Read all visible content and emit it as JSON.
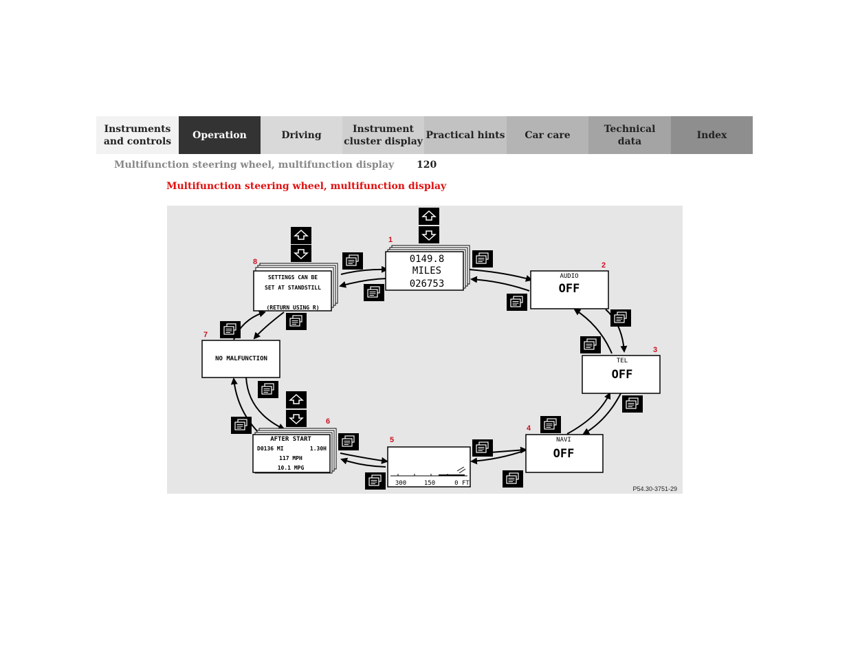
{
  "nav": {
    "tabs": [
      {
        "label": "Instruments\nand controls"
      },
      {
        "label": "Operation"
      },
      {
        "label": "Driving"
      },
      {
        "label": "Instrument\ncluster display"
      },
      {
        "label": "Practical hints"
      },
      {
        "label": "Car care"
      },
      {
        "label": "Technical\ndata"
      },
      {
        "label": "Index"
      }
    ],
    "active": "Operation"
  },
  "header": {
    "breadcrumb": "Multifunction steering wheel, multifunction display",
    "page_number": "120"
  },
  "section_title": "Multifunction steering wheel, multifunction display",
  "figure": {
    "reference": "P54.30-3751-29",
    "screens": [
      {
        "number": "1",
        "lines": [
          "0149.8",
          "MILES",
          "026753"
        ]
      },
      {
        "number": "2",
        "label": "AUDIO",
        "value": "OFF"
      },
      {
        "number": "3",
        "label": "TEL",
        "value": "OFF"
      },
      {
        "number": "4",
        "label": "NAVI",
        "value": "OFF"
      },
      {
        "number": "5",
        "scale": [
          "300",
          "150",
          "0 FT"
        ]
      },
      {
        "number": "6",
        "lines": [
          "AFTER START",
          "D0136 MI",
          "1.30H",
          "117 MPH",
          "10.1 MPG"
        ]
      },
      {
        "number": "7",
        "lines": [
          "NO MALFUNCTION"
        ]
      },
      {
        "number": "8",
        "lines": [
          "SETTINGS CAN BE",
          "SET AT STANDSTILL",
          "(RETURN USING R)"
        ]
      }
    ]
  },
  "colors": {
    "active_tab": "#333333",
    "section_title": "#e01010",
    "screen_number": "#cc1020",
    "figure_background": "#e6e6e6"
  },
  "icons": [
    "arrow-up-button-icon",
    "arrow-down-button-icon",
    "page-button-icon"
  ]
}
